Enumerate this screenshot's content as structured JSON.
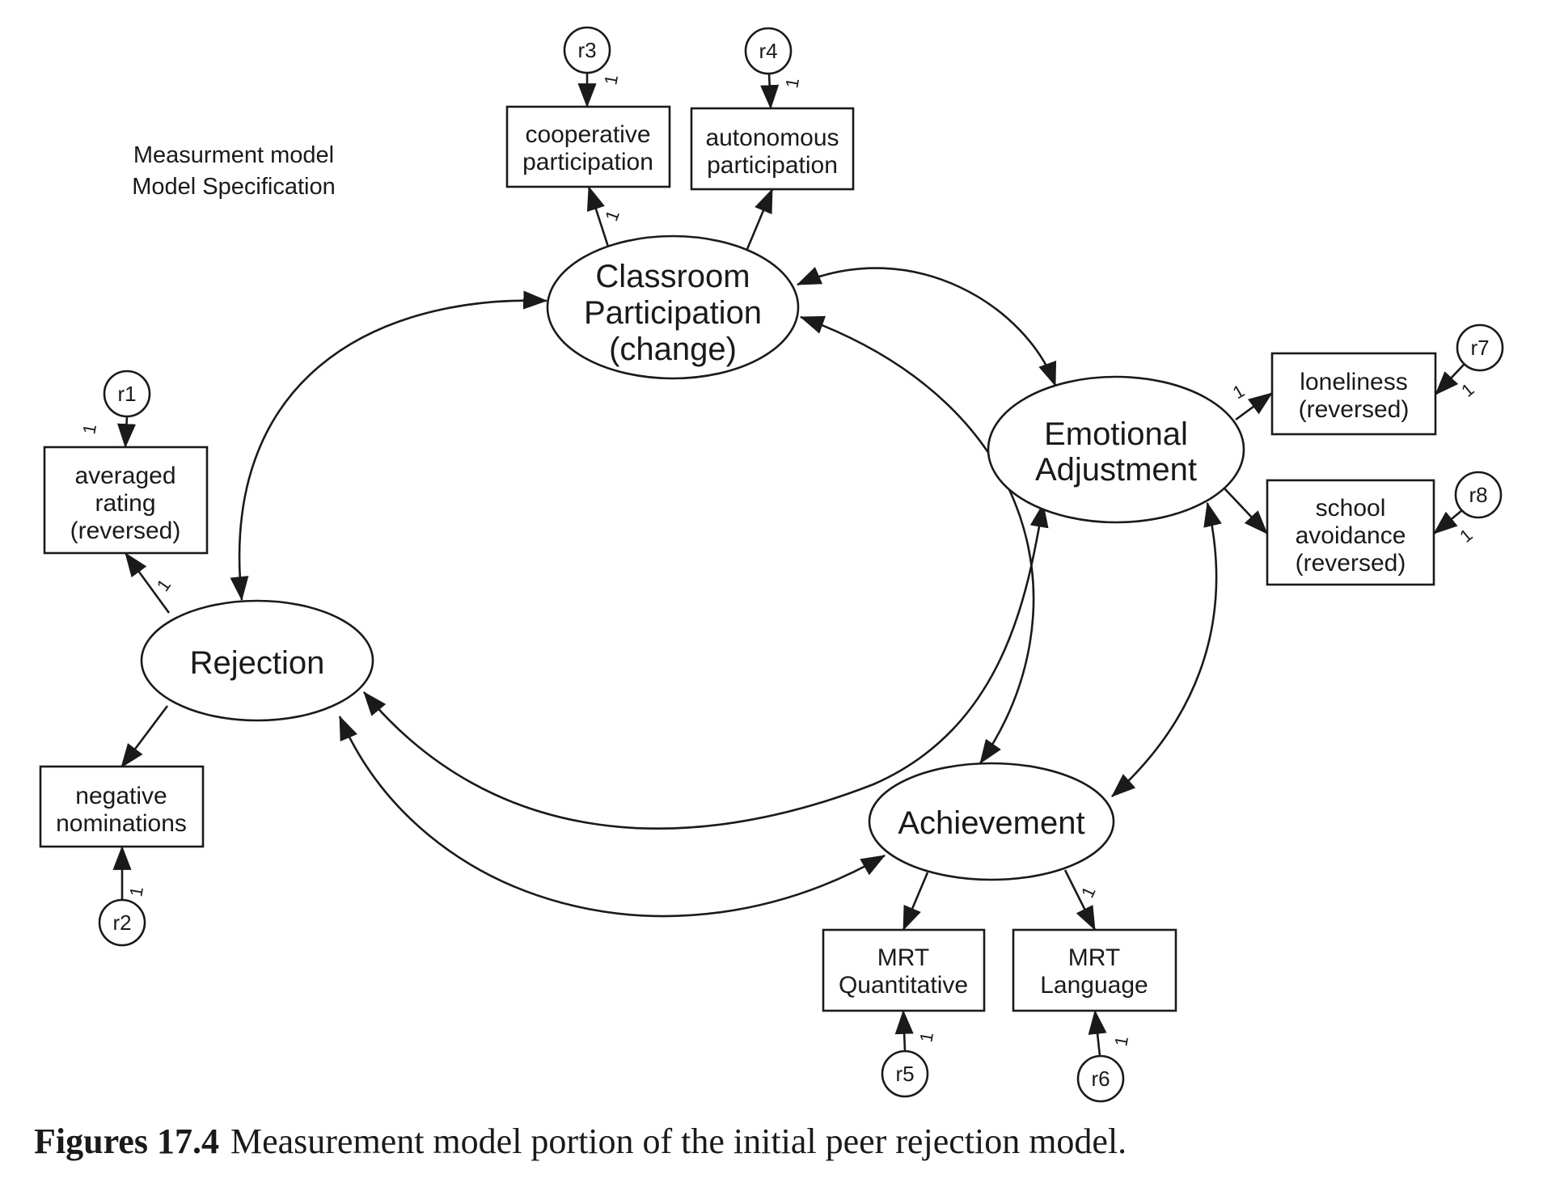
{
  "header": {
    "line1": "Measurment model",
    "line2": "Model Specification"
  },
  "latent": {
    "classroom": [
      "Classroom",
      "Participation",
      "(change)"
    ],
    "rejection": [
      "Rejection"
    ],
    "emotional": [
      "Emotional",
      "Adjustment"
    ],
    "achievement": [
      "Achievement"
    ]
  },
  "observed": {
    "cooperative": [
      "cooperative",
      "participation"
    ],
    "autonomous": [
      "autonomous",
      "participation"
    ],
    "averaged": [
      "averaged",
      "rating",
      "(reversed)"
    ],
    "negative": [
      "negative",
      "nominations"
    ],
    "loneliness": [
      "loneliness",
      "(reversed)"
    ],
    "school": [
      "school",
      "avoidance",
      "(reversed)"
    ],
    "mrt_quant": [
      "MRT",
      "Quantitative"
    ],
    "mrt_lang": [
      "MRT",
      "Language"
    ]
  },
  "errors": {
    "r1": "r1",
    "r2": "r2",
    "r3": "r3",
    "r4": "r4",
    "r5": "r5",
    "r6": "r6",
    "r7": "r7",
    "r8": "r8"
  },
  "fixed_loading_label": "1",
  "caption": {
    "label": "Figures 17.4",
    "text": "Measurement model portion of the initial peer rejection model."
  },
  "paths": {
    "loadings": [
      {
        "from": "classroom",
        "to": "cooperative",
        "fixed": true
      },
      {
        "from": "classroom",
        "to": "autonomous",
        "fixed": false
      },
      {
        "from": "rejection",
        "to": "averaged",
        "fixed": true
      },
      {
        "from": "rejection",
        "to": "negative",
        "fixed": false
      },
      {
        "from": "emotional",
        "to": "loneliness",
        "fixed": true
      },
      {
        "from": "emotional",
        "to": "school",
        "fixed": false
      },
      {
        "from": "achievement",
        "to": "mrt_quant",
        "fixed": false
      },
      {
        "from": "achievement",
        "to": "mrt_lang",
        "fixed": true
      }
    ],
    "covariances": [
      [
        "classroom",
        "rejection"
      ],
      [
        "classroom",
        "emotional"
      ],
      [
        "classroom",
        "achievement"
      ],
      [
        "rejection",
        "emotional"
      ],
      [
        "rejection",
        "achievement"
      ],
      [
        "emotional",
        "achievement"
      ]
    ]
  }
}
